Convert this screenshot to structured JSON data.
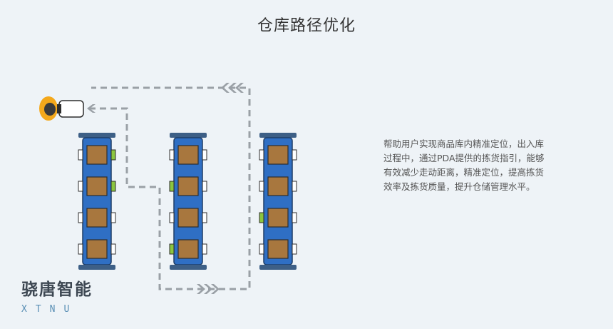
{
  "title": "仓库路径优化",
  "description": "帮助用户实现商品库内精准定位，出入库过程中，通过PDA提供的拣货指引，能够有效减少走动距离，精准定位，提高拣货效率及拣货质量，提升仓储管理水平。",
  "brand": {
    "name": "骁唐智能",
    "subtitle": "XTNU"
  },
  "colors": {
    "background": "#eef3f7",
    "rack_body": "#2f6fc4",
    "rack_cap": "#3d5f86",
    "box": "#a8773e",
    "path": "#9aa0a6",
    "marker_green": "#8cc63f"
  }
}
